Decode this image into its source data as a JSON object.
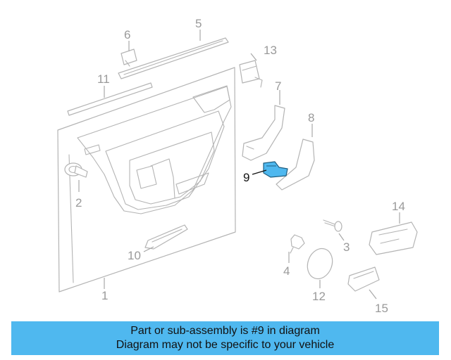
{
  "diagram": {
    "highlight_color": "#4fb8ef",
    "callouts": [
      {
        "id": "1",
        "label": "1",
        "highlighted": false
      },
      {
        "id": "2",
        "label": "2",
        "highlighted": false
      },
      {
        "id": "3",
        "label": "3",
        "highlighted": false
      },
      {
        "id": "4",
        "label": "4",
        "highlighted": false
      },
      {
        "id": "5",
        "label": "5",
        "highlighted": false
      },
      {
        "id": "6",
        "label": "6",
        "highlighted": false
      },
      {
        "id": "7",
        "label": "7",
        "highlighted": false
      },
      {
        "id": "8",
        "label": "8",
        "highlighted": false
      },
      {
        "id": "9",
        "label": "9",
        "highlighted": true
      },
      {
        "id": "10",
        "label": "10",
        "highlighted": false
      },
      {
        "id": "11",
        "label": "11",
        "highlighted": false
      },
      {
        "id": "12",
        "label": "12",
        "highlighted": false
      },
      {
        "id": "13",
        "label": "13",
        "highlighted": false
      },
      {
        "id": "14",
        "label": "14",
        "highlighted": false
      },
      {
        "id": "15",
        "label": "15",
        "highlighted": false
      }
    ]
  },
  "banner": {
    "line1": "Part or sub-assembly is #9 in diagram",
    "line2": "Diagram may not be specific to your vehicle",
    "background": "#4fb8ef"
  }
}
